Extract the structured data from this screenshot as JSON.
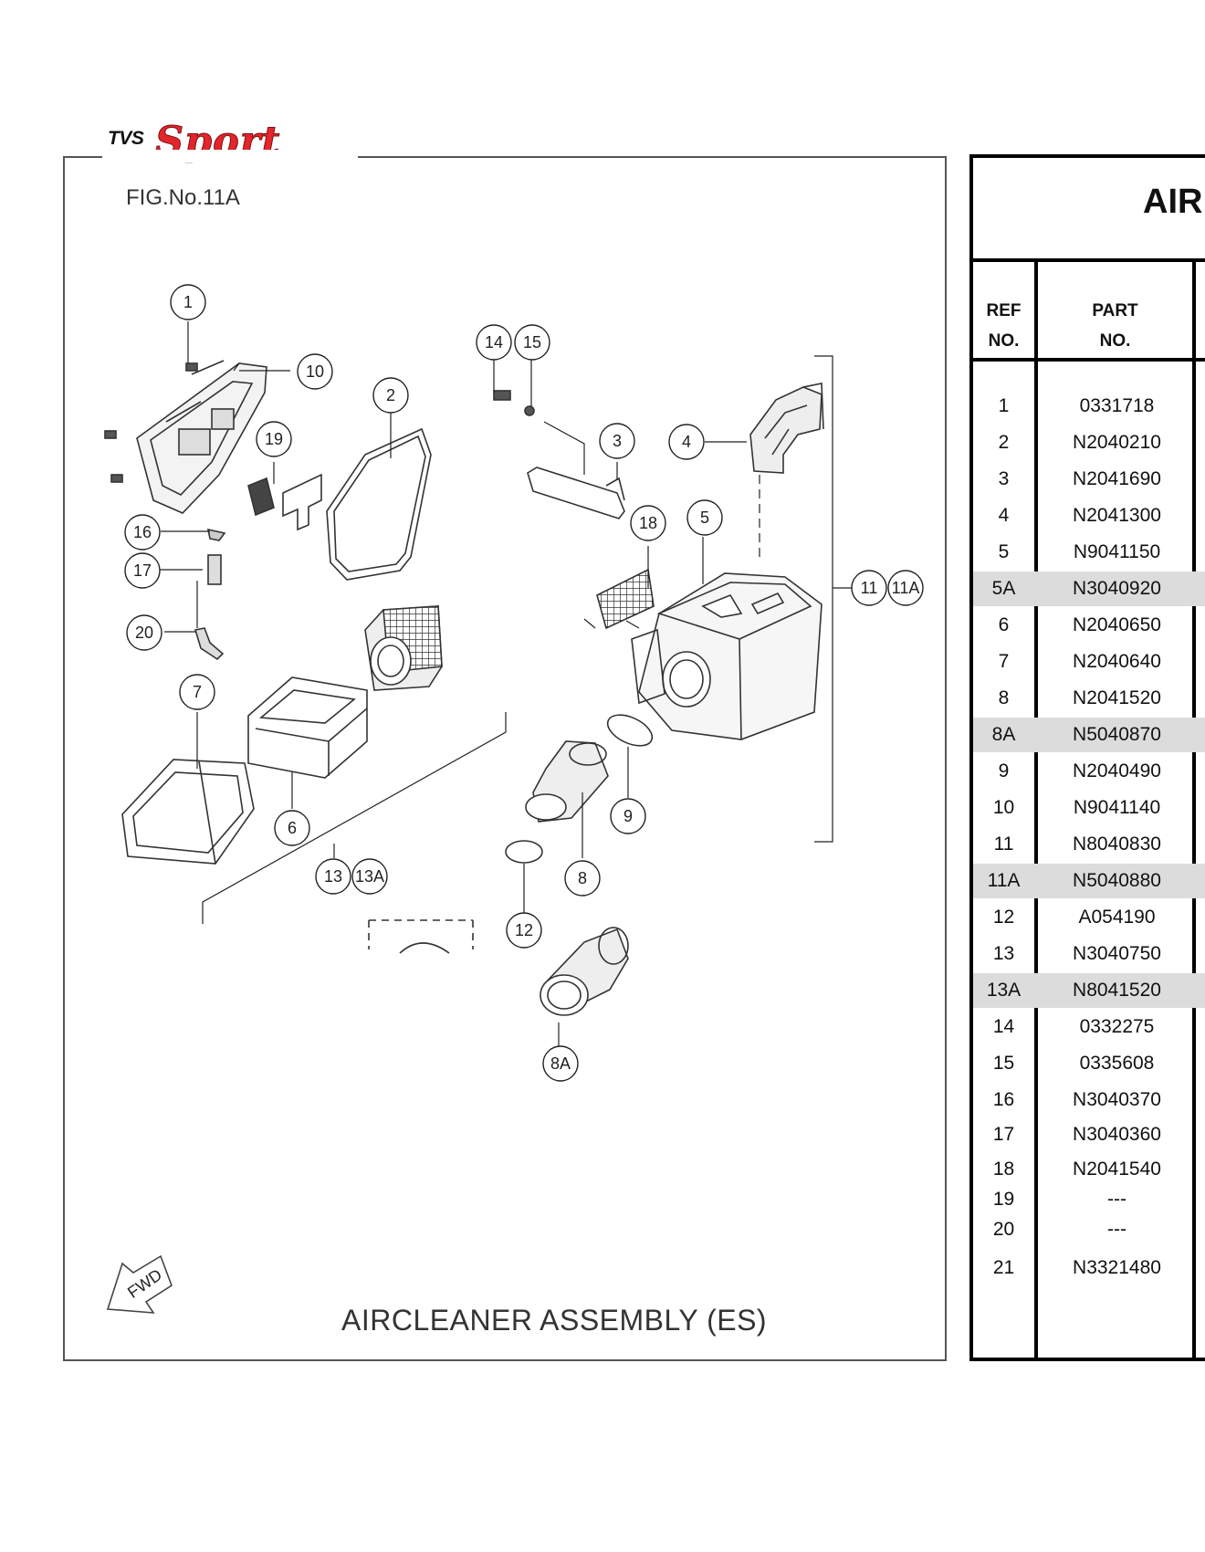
{
  "brand": {
    "prefix": "TVS",
    "name": "Sport"
  },
  "figure": {
    "number": "FIG.No.11A",
    "title": "AIRCLEANER ASSEMBLY (ES)",
    "direction_label": "FWD",
    "callouts": [
      "1",
      "2",
      "3",
      "4",
      "5",
      "6",
      "7",
      "8",
      "8A",
      "9",
      "10",
      "11",
      "11A",
      "12",
      "13",
      "13A",
      "14",
      "15",
      "16",
      "17",
      "18",
      "19",
      "20"
    ]
  },
  "table": {
    "title": "AIR",
    "headers": {
      "ref": [
        "REF",
        "NO."
      ],
      "part": [
        "PART",
        "NO."
      ]
    },
    "rows": [
      {
        "ref": "1",
        "part": "0331718",
        "highlight": false
      },
      {
        "ref": "2",
        "part": "N2040210",
        "highlight": false
      },
      {
        "ref": "3",
        "part": "N2041690",
        "highlight": false
      },
      {
        "ref": "4",
        "part": "N2041300",
        "highlight": false
      },
      {
        "ref": "5",
        "part": "N9041150",
        "highlight": false
      },
      {
        "ref": "5A",
        "part": "N3040920",
        "highlight": true
      },
      {
        "ref": "6",
        "part": "N2040650",
        "highlight": false
      },
      {
        "ref": "7",
        "part": "N2040640",
        "highlight": false
      },
      {
        "ref": "8",
        "part": "N2041520",
        "highlight": false
      },
      {
        "ref": "8A",
        "part": "N5040870",
        "highlight": true
      },
      {
        "ref": "9",
        "part": "N2040490",
        "highlight": false
      },
      {
        "ref": "10",
        "part": "N9041140",
        "highlight": false
      },
      {
        "ref": "11",
        "part": "N8040830",
        "highlight": false
      },
      {
        "ref": "11A",
        "part": "N5040880",
        "highlight": true
      },
      {
        "ref": "12",
        "part": "A054190",
        "highlight": false
      },
      {
        "ref": "13",
        "part": "N3040750",
        "highlight": false
      },
      {
        "ref": "13A",
        "part": "N8041520",
        "highlight": true
      },
      {
        "ref": "14",
        "part": "0332275",
        "highlight": false
      },
      {
        "ref": "15",
        "part": "0335608",
        "highlight": false
      },
      {
        "ref": "16",
        "part": "N3040370",
        "highlight": false
      },
      {
        "ref": "17",
        "part": "N3040360",
        "highlight": false
      },
      {
        "ref": "18",
        "part": "N2041540",
        "highlight": false
      },
      {
        "ref": "19",
        "part": "---",
        "highlight": false
      },
      {
        "ref": "20",
        "part": "---",
        "highlight": false
      },
      {
        "ref": "21",
        "part": "N3321480",
        "highlight": false
      }
    ]
  },
  "colors": {
    "brand_red": "#e3262b",
    "highlight_row": "#dcdcdc"
  }
}
